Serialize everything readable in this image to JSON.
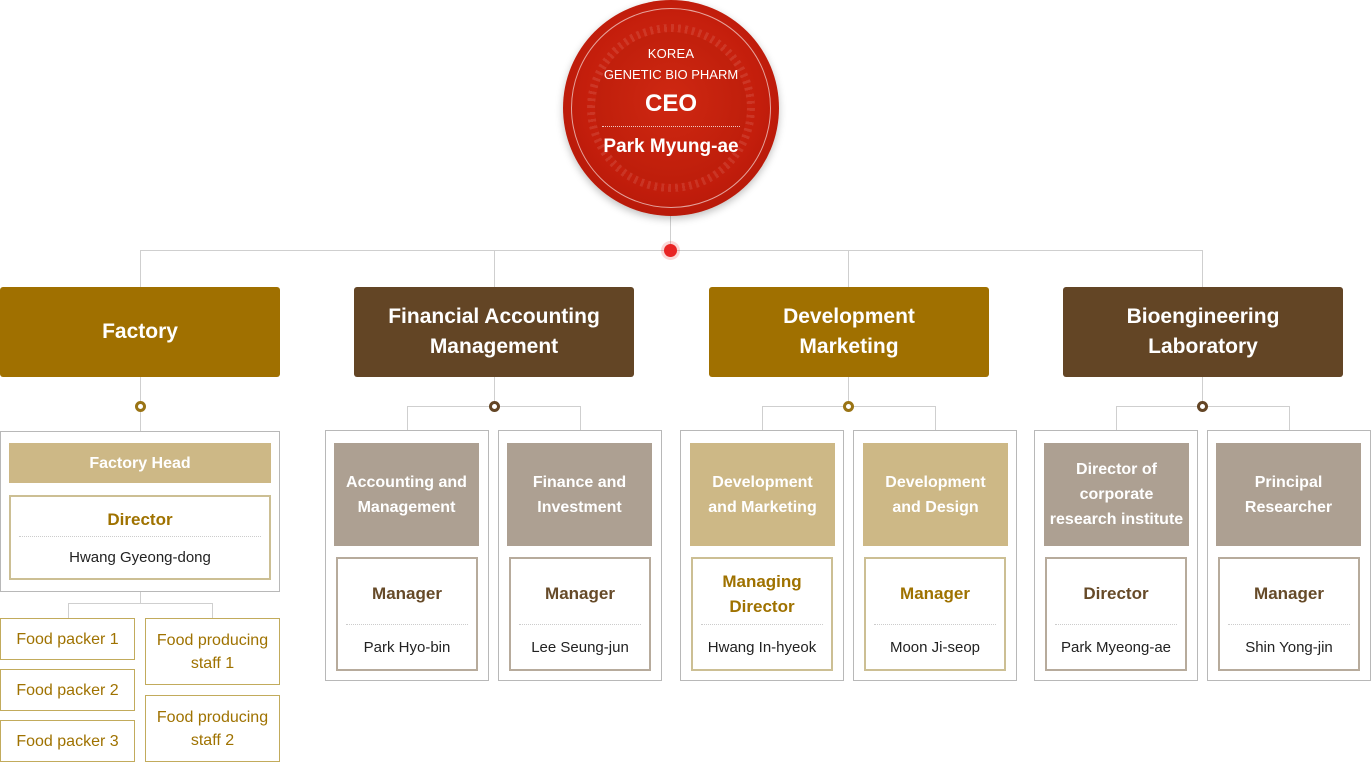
{
  "ceo": {
    "company_line1": "KOREA",
    "company_line2": "GENETIC BIO PHARM",
    "title": "CEO",
    "name": "Park Myung-ae"
  },
  "departments": {
    "factory": {
      "title": "Factory",
      "head_label": "Factory Head",
      "head_role": "Director",
      "head_name": "Hwang Gyeong-dong",
      "staff": [
        "Food packer 1",
        "Food packer 2",
        "Food packer 3",
        "Food producing staff 1",
        "Food producing staff 2"
      ]
    },
    "financial": {
      "title": "Financial Accounting Management",
      "units": [
        {
          "label": "Accounting and Management",
          "role": "Manager",
          "name": "Park Hyo-bin"
        },
        {
          "label": "Finance and Investment",
          "role": "Manager",
          "name": "Lee Seung-jun"
        }
      ]
    },
    "development": {
      "title": "Development Marketing",
      "units": [
        {
          "label": "Development and Marketing",
          "role": "Managing Director",
          "name": "Hwang In-hyeok"
        },
        {
          "label": "Development and Design",
          "role": "Manager",
          "name": "Moon Ji-seop"
        }
      ]
    },
    "bio": {
      "title": "Bioengineering Laboratory",
      "units": [
        {
          "label": "Director of corporate research institute",
          "role": "Director",
          "name": "Park Myeong-ae"
        },
        {
          "label": "Principal Researcher",
          "role": "Manager",
          "name": "Shin Yong-jin"
        }
      ]
    }
  },
  "colors": {
    "ceo_red": "#c41e0c",
    "dept_gold": "#a07000",
    "dept_brown": "#634525",
    "sub_tan": "#cdb886",
    "sub_grey": "#ada092"
  }
}
